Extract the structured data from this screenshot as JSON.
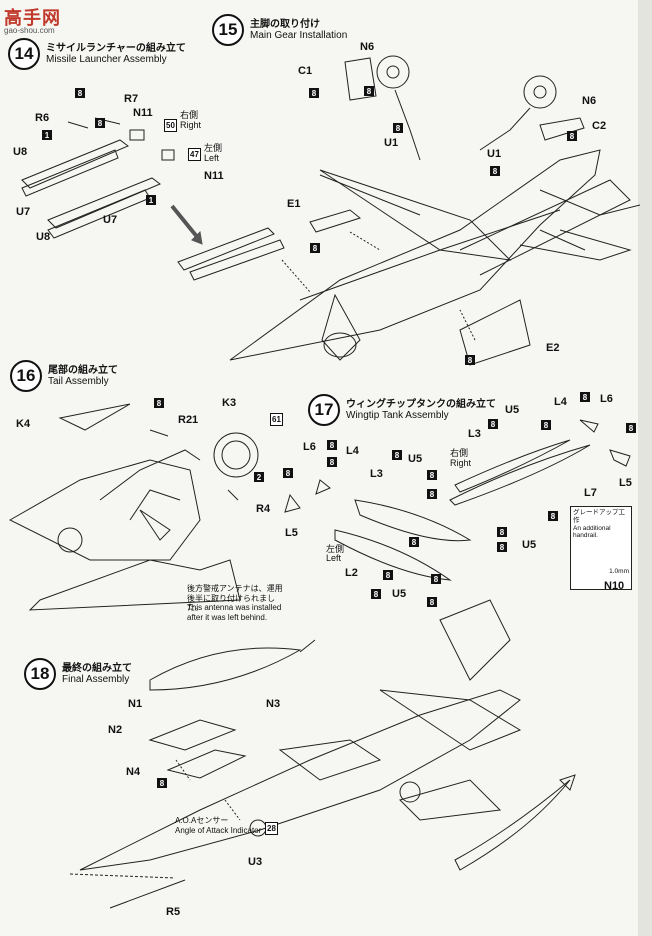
{
  "watermark": {
    "logo": "高手网",
    "sub": "gao-shou.com"
  },
  "steps": {
    "s14": {
      "num": "14",
      "jp": "ミサイルランチャーの組み立て",
      "en": "Missile Launcher Assembly"
    },
    "s15": {
      "num": "15",
      "jp": "主脚の取り付け",
      "en": "Main Gear Installation"
    },
    "s16": {
      "num": "16",
      "jp": "尾部の組み立て",
      "en": "Tail Assembly"
    },
    "s17": {
      "num": "17",
      "jp": "ウィングチップタンクの組み立て",
      "en": "Wingtip Tank Assembly"
    },
    "s18": {
      "num": "18",
      "jp": "最終の組み立て",
      "en": "Final Assembly"
    }
  },
  "parts": {
    "R6": "R6",
    "R7": "R7",
    "N11a": "N11",
    "N11b": "N11",
    "U8a": "U8",
    "U8b": "U8",
    "U7a": "U7",
    "U7b": "U7",
    "C1": "C1",
    "N6a": "N6",
    "N6b": "N6",
    "U1a": "U1",
    "U1b": "U1",
    "C2": "C2",
    "E1": "E1",
    "E2": "E2",
    "K4": "K4",
    "K3": "K3",
    "R21": "R21",
    "R4": "R4",
    "L6a": "L6",
    "L4a": "L4",
    "L3a": "L3",
    "U5a": "U5",
    "L5a": "L5",
    "L2": "L2",
    "L4b": "L4",
    "L6b": "L6",
    "L3b": "L3",
    "U5b": "U5",
    "U5c": "U5",
    "U5d": "U5",
    "L5b": "L5",
    "L7": "L7",
    "N10": "N10",
    "N1": "N1",
    "N2": "N2",
    "N3": "N3",
    "N4": "N4",
    "U3": "U3",
    "R5": "R5"
  },
  "side_labels": {
    "right_jp": "右側",
    "right_en": "Right",
    "left_jp": "左側",
    "left_en": "Left",
    "right2_jp": "右側",
    "right2_en": "Right",
    "left2_jp": "左側",
    "left2_en": "Left"
  },
  "color_codes": {
    "c8": "8",
    "c1": "1",
    "c50": "50",
    "c47": "47",
    "c61": "61",
    "c2": "2",
    "c28": "28"
  },
  "notes": {
    "antenna_jp": "後方警戒アンテナは、運用後半に取り付けられました。",
    "antenna_en": "This antenna was installed after it was left behind.",
    "aoa_jp": "A.O.Aセンサー",
    "aoa_en": "Angle of Attack Indicator",
    "handrail_jp": "グレードアップ工作",
    "handrail_en": "An additional handrail.",
    "handrail_dim": "1.0mm"
  },
  "colors": {
    "ink": "#111111",
    "paper": "#f6f6f3",
    "accent": "#c0392b"
  }
}
